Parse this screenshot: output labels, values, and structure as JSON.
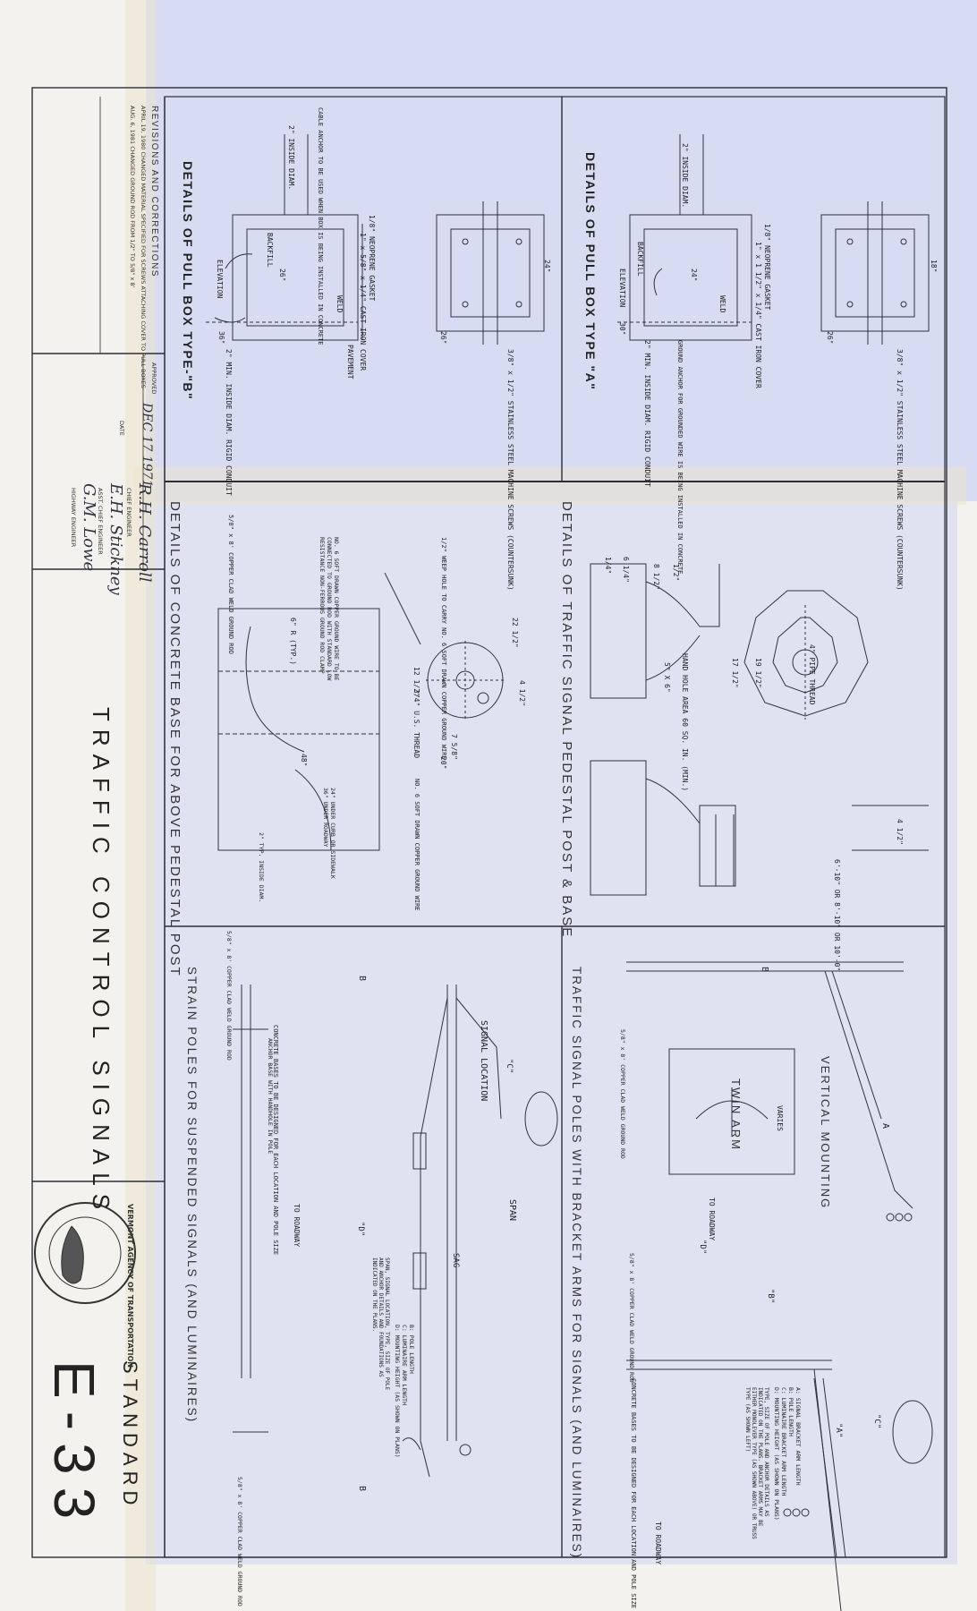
{
  "sheet": {
    "title": "TRAFFIC CONTROL SIGNALS",
    "standard_label": "STANDARD",
    "standard_number": "E-33",
    "agency_seal": "VERMONT AGENCY OF TRANSPORTATION"
  },
  "revisions": {
    "heading": "REVISIONS AND CORRECTIONS",
    "entries": [
      "APRIL 19, 1980  CHANGED MATERIAL SPECIFIED FOR SCREWS ATTACHING COVER TO PULL BOXES",
      "AUG. 6, 1981  CHANGED GROUND ROD FROM 1/2\" TO 5/8\" x 8'"
    ]
  },
  "approval": {
    "label": "APPROVED",
    "date": "DEC 17 1971",
    "date_label": "DATE",
    "signatures": [
      {
        "name": "R.H. Carroll",
        "role": "CHIEF ENGINEER"
      },
      {
        "name": "E.H. Stickney",
        "role": "ASST. CHIEF ENGINEER"
      },
      {
        "name": "G.M. Lowe",
        "role": "HIGHWAY ENGINEER"
      }
    ]
  },
  "panels": {
    "pull_box_b": {
      "title": "DETAILS OF PULL BOX TYPE-\"B\"",
      "notes": [
        "1/8\" NEOPRENE GASKET",
        "1\" x 5/8\" x 1/4\" CAST IRON COVER",
        "PAVEMENT",
        "BACKFILL",
        "WELD",
        "ELEVATION",
        "2\" INSIDE DIAM.",
        "2\" MIN. INSIDE DIAM. RIGID CONDUIT",
        "3/8\" x 1/2\" STAINLESS STEEL MACHINE SCREWS (COUNTERSUNK)",
        "CABLE ANCHOR TO BE USED WHEN BOX IS BEING INSTALLED IN CONCRETE"
      ],
      "dims": [
        "36\"",
        "26\"",
        "24\"",
        "26\""
      ]
    },
    "pull_box_a": {
      "title": "DETAILS OF PULL BOX TYPE \"A\"",
      "notes": [
        "1/8\" NEOPRENE GASKET",
        "1\" x 1 1/2\" x 1/4\" CAST IRON COVER",
        "BACKFILL",
        "WELD",
        "ELEVATION",
        "2\" INSIDE DIAM.",
        "2\" MIN. INSIDE DIAM. RIGID CONDUIT",
        "3/8\" x 1/2\" STAINLESS STEEL MACHINE SCREWS (COUNTERSUNK)",
        "GROUND ANCHOR FOR GROUNDED WIRE IS BEING INSTALLED IN CONCRETE"
      ],
      "dims": [
        "30\"",
        "24\"",
        "18\"",
        "26\""
      ]
    },
    "pedestal_post": {
      "title": "DETAILS OF TRAFFIC SIGNAL PEDESTAL POST & BASE",
      "notes": [
        "4\" PIPE THREAD",
        "HAND HOLE AREA 60 SQ. IN. (MIN.)",
        "5\" X 6\"",
        "4 1/2\"",
        "6'-10\" OR 8'-10\" OR 10'-0\""
      ],
      "dims": [
        "19 1/2\"",
        "17 1/2\"",
        "8 1/2\"",
        "1/2\"",
        "6 1/4\"",
        "1/4\""
      ]
    },
    "concrete_base": {
      "title": "DETAILS OF CONCRETE BASE FOR ABOVE PEDESTAL POST",
      "notes": [
        "1/2\" WEEP HOLE TO CARRY NO. 6 SOFT DRAWN COPPER GROUND WIRE",
        "NO. 6 SOFT DRAWN COPPER GROUND WIRE TO BE CONNECTED TO GROUND ROD WITH STANDARD LOW RESISTANCE NON-FERROUS GROUND ROD CLAMP",
        "5/8\" x 8' COPPER CLAD WELD GROUND ROD",
        "3/4\" U.S. THREAD",
        "NO. 6 SOFT DRAWN COPPER GROUND WIRE",
        "24\" UNDER CURB OR SIDEWALK 36\" UNDER ROADWAY",
        "2\" TYP. INSIDE DIAM."
      ],
      "dims": [
        "22 1/2\"",
        "12 1/2\"",
        "4 1/2\"",
        "7 5/8\"",
        "20\"",
        "48\"",
        "6\" R (TYP.)"
      ]
    },
    "bracket_arms": {
      "title": "TRAFFIC SIGNAL POLES WITH BRACKET ARMS FOR SIGNALS (AND LUMINAIRES)",
      "sub_vertical": "VERTICAL MOUNTING",
      "sub_twin": "TWIN ARM",
      "varies": "VARIES",
      "legend": [
        "A: SIGNAL BRACKET ARM LENGTH",
        "B: POLE LENGTH",
        "C: LUMINAIRE BRACKET ARM LENGTH",
        "D: MOUNTING HEIGHT (AS SHOWN ON PLANS)"
      ],
      "note_type": "TYPE, SIZE OF POLE AND ANCHOR DETAILS AS INDICATED ON THE PLANS. BRACKET ARMS MAY BE EITHER MONOLEVER TYPE (AS SHOWN ABOVE) OR TRUSS TYPE (AS SHOWN LEFT)",
      "note_base": "CONCRETE BASES TO BE DESIGNED FOR EACH LOCATION AND POLE SIZE",
      "rod": "5/8\" x 8' COPPER CLAD WELD GROUND ROD",
      "to_roadway": "TO ROADWAY",
      "labels": [
        "A",
        "B",
        "\"C\"",
        "\"D\"",
        "\"B\"",
        "\"A\""
      ]
    },
    "strain_poles": {
      "title": "STRAIN POLES FOR SUSPENDED SIGNALS (AND LUMINAIRES)",
      "signal_location": "SIGNAL LOCATION",
      "span": "SPAN",
      "sag": "SAG",
      "legend": [
        "B: POLE LENGTH",
        "C: LUMINAIRE ARM LENGTH",
        "D: MOUNTING HEIGHT (AS SHOWN ON PLANS)"
      ],
      "note": "SPAN, SIGNAL LOCATION, TYPE, SIZE OF POLE AND ANCHOR DETAILS AND FOUNDATIONS AS INDICATED ON THE PLANS.",
      "note_base": "CONCRETE BASES TO BE DESIGNED FOR EACH LOCATION AND POLE SIZE",
      "anchor": "ANCHOR BASE WITH HANDHOLE IN POLE",
      "rod": "5/8\" x 8' COPPER CLAD WELD GROUND ROD",
      "to_roadway": "TO ROADWAY",
      "labels": [
        "B",
        "B",
        "\"C\"",
        "\"D\""
      ]
    }
  }
}
